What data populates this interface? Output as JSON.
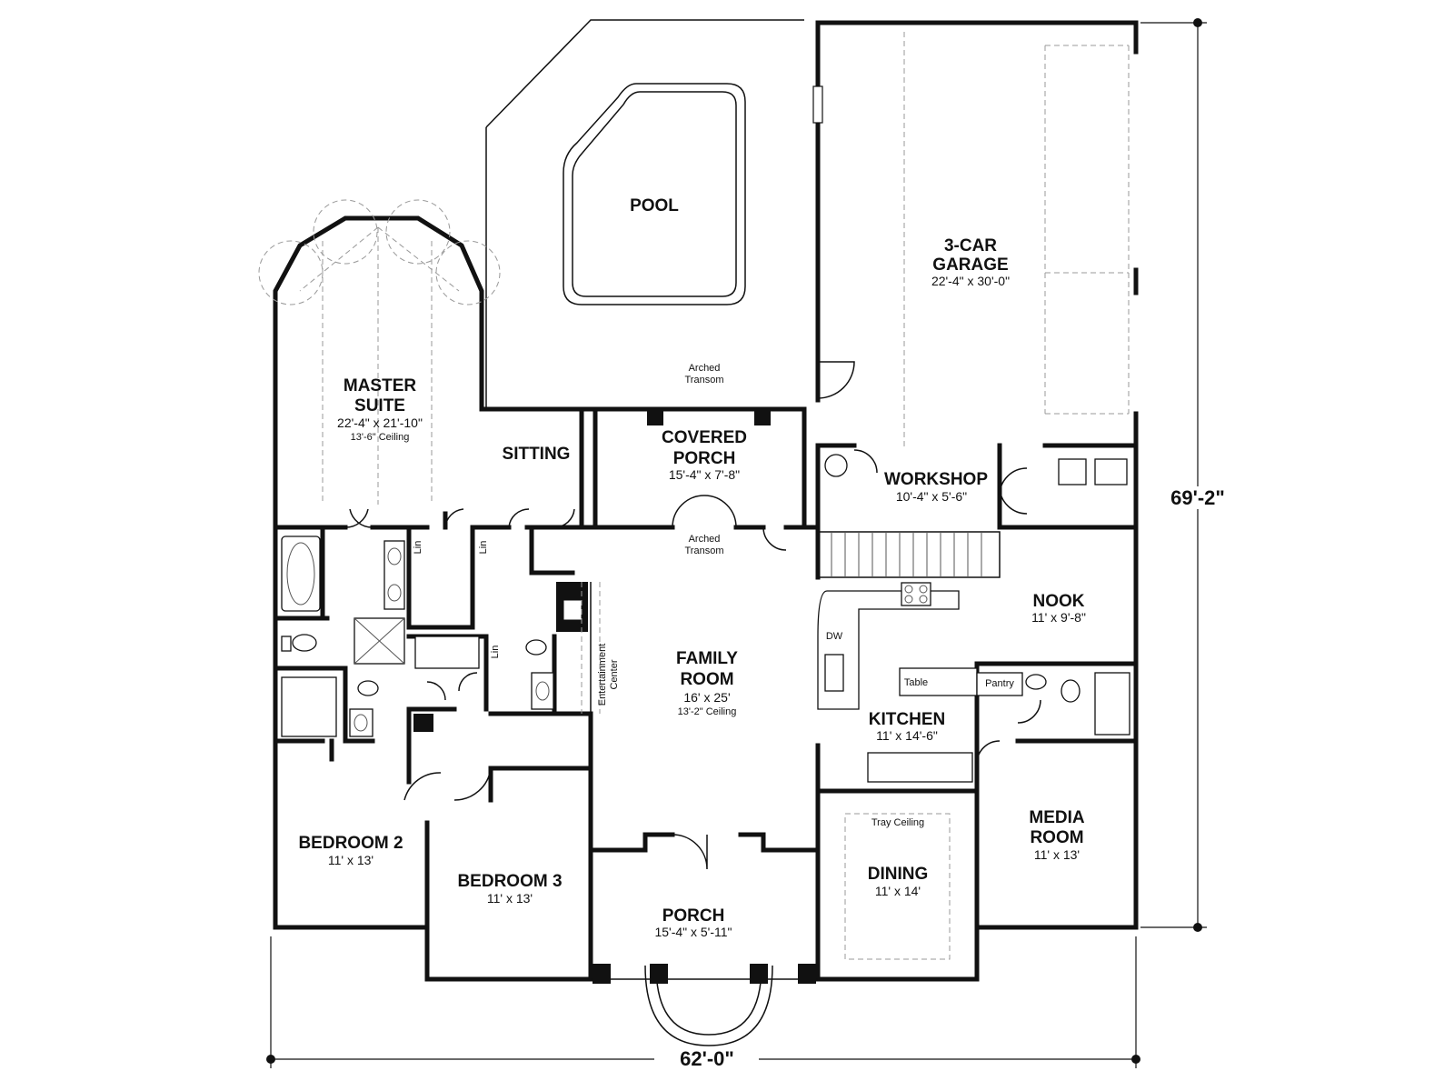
{
  "rooms": {
    "pool": {
      "name": "POOL"
    },
    "garage": {
      "line1": "3-CAR",
      "line2": "GARAGE",
      "dims": "22'-4\" x 30'-0\""
    },
    "master": {
      "line1": "MASTER",
      "line2": "SUITE",
      "dims": "22'-4\" x 21'-10\"",
      "ceiling": "13'-6\" Ceiling"
    },
    "sitting": {
      "name": "SITTING"
    },
    "covered_porch": {
      "line1": "COVERED",
      "line2": "PORCH",
      "dims": "15'-4\" x 7'-8\""
    },
    "workshop": {
      "name": "WORKSHOP",
      "dims": "10'-4\" x 5'-6\""
    },
    "nook": {
      "name": "NOOK",
      "dims": "11' x 9'-8\""
    },
    "family": {
      "line1": "FAMILY",
      "line2": "ROOM",
      "dims": "16' x 25'",
      "ceiling": "13'-2\" Ceiling"
    },
    "kitchen": {
      "name": "KITCHEN",
      "dims": "11' x 14'-6\""
    },
    "media": {
      "line1": "MEDIA",
      "line2": "ROOM",
      "dims": "11' x 13'"
    },
    "bedroom2": {
      "name": "BEDROOM 2",
      "dims": "11' x 13'"
    },
    "bedroom3": {
      "name": "BEDROOM 3",
      "dims": "11' x 13'"
    },
    "dining": {
      "name": "DINING",
      "dims": "11' x 14'",
      "ceiling": "Tray Ceiling"
    },
    "porch": {
      "name": "PORCH",
      "dims": "15'-4\" x 5'-11\""
    }
  },
  "labels": {
    "arched_transom_1": {
      "line1": "Arched",
      "line2": "Transom"
    },
    "arched_transom_2": {
      "line1": "Arched",
      "line2": "Transom"
    },
    "entertainment": {
      "line1": "Entertainment",
      "line2": "Center"
    },
    "dw": "DW",
    "table": "Table",
    "pantry": "Pantry",
    "lin": "Lin"
  },
  "dimensions": {
    "width": "62'-0\"",
    "depth": "69'-2\""
  }
}
